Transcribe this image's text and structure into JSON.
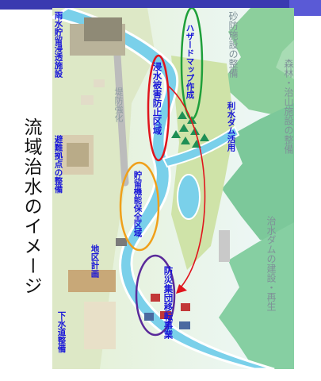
{
  "caption": "流域治水のイメージ",
  "labels": {
    "hazard_map": "ハザードマップ作成",
    "inundation_prevention": "浸水被害防止区域",
    "storage_preservation": "貯留機能保全区域",
    "district_plan": "地区計画",
    "disaster_relocation": "防災集団移転事業",
    "sewer": "下水道整備",
    "rain_storage": "雨水貯留浸透施設",
    "evacuation": "避難拠点の整備",
    "levee": "堤防強化",
    "erosion_control": "砂防施設の整備",
    "forest_management": "森林・治山施設の整備",
    "utility_dam": "利水ダム活用",
    "flood_dam": "治水ダムの建設・再生"
  },
  "colors": {
    "label_blue": "#1a18d8",
    "ellipse_green": "#1f9f3a",
    "ellipse_red": "#e0141c",
    "ellipse_orange": "#f0a01a",
    "ellipse_purple": "#5a2a9a",
    "arrow_red": "#e0141c",
    "river": "#7ad0ea",
    "mountain": "#7cc89a",
    "land": "#cfe3a8",
    "header_bar": "#3a3ab0"
  }
}
